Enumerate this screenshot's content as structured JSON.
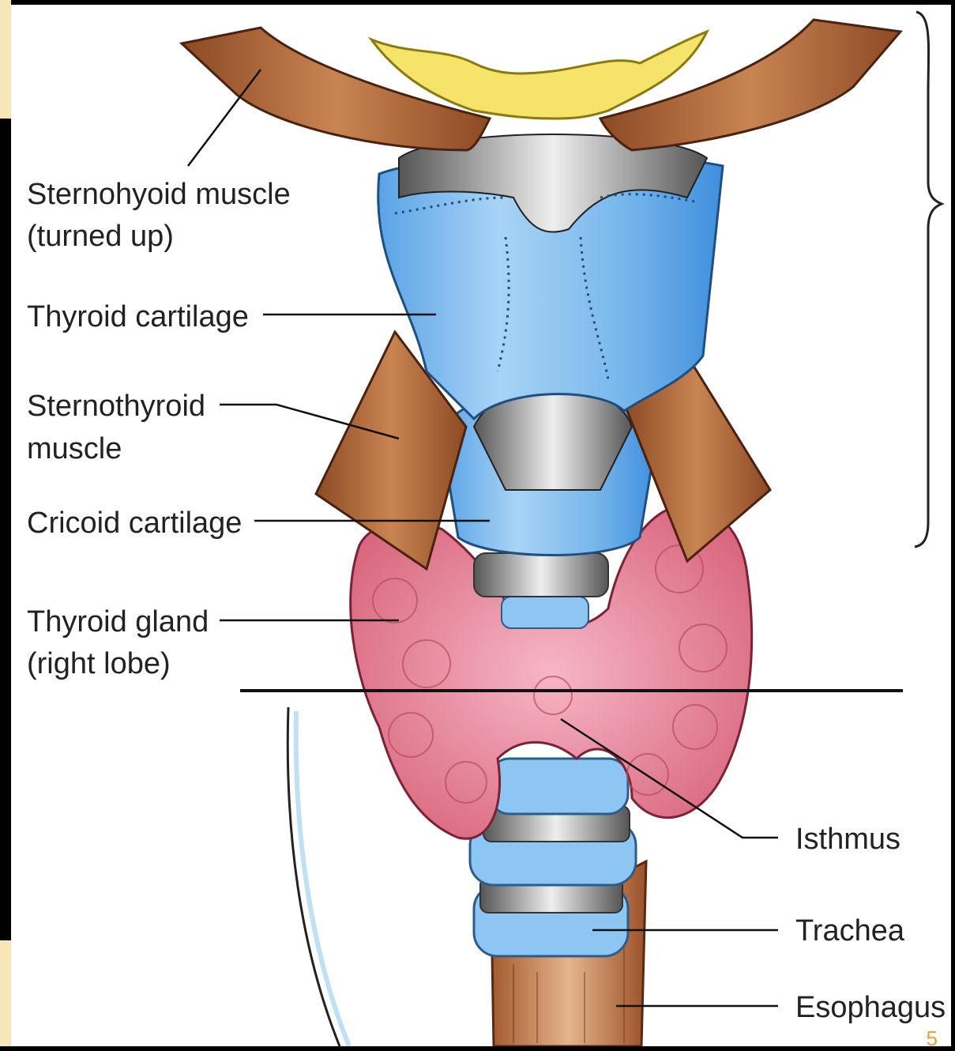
{
  "labels": {
    "sternohyoid_line1": "Sternohyoid muscle",
    "sternohyoid_line2": "(turned up)",
    "thyroid_cartilage": "Thyroid cartilage",
    "sternothyroid_line1": "Sternothyroid",
    "sternothyroid_line2": "muscle",
    "cricoid_cartilage": "Cricoid cartilage",
    "thyroid_gland_line1": "Thyroid gland",
    "thyroid_gland_line2": "(right lobe)",
    "isthmus": "Isthmus",
    "trachea": "Trachea",
    "esophagus": "Esophagus"
  },
  "page_number": "5",
  "colors": {
    "cartilage": "#7ab8ec",
    "muscle": "#b86a3a",
    "gland": "#e88aa0",
    "hyoid": "#f6e36a",
    "background": "#ffffff",
    "slide_accent": "#f7e7b8"
  }
}
